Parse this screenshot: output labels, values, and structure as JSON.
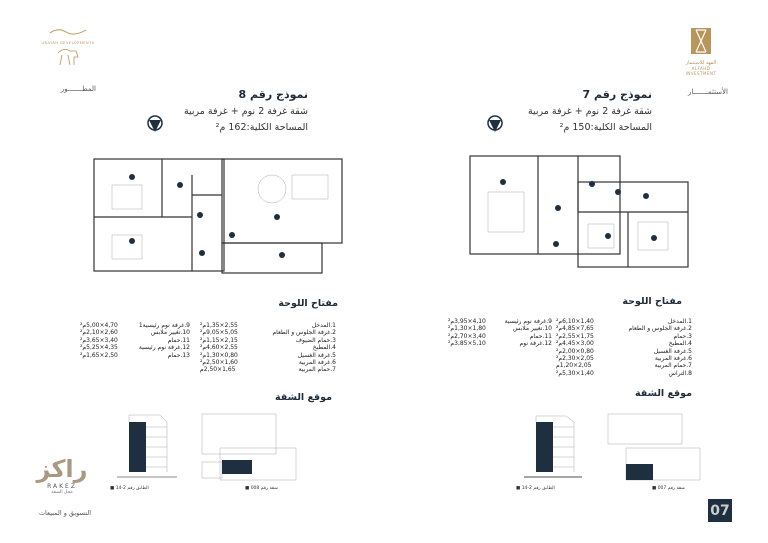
{
  "left_page": {
    "developer_logo": {
      "brand": "UBAYAH DEVELOPMENTS"
    },
    "developer_label": "المطـــــــور",
    "model_title": "نموذج رقم 8",
    "unit_type": "شقة غرفة 2 نوم + غرفة مربية",
    "total_area": "المساحة الكلية:162 م²",
    "legend_title": "مفتاح اللوحة",
    "legend_col1": [
      {
        "label": "1.المدخل",
        "dim": "2,55×1,35م²"
      },
      {
        "label": "2.غرفة الجلوس و الطعام",
        "dim": "5,05×9,05م²"
      },
      {
        "label": "3.حمام الضيوف",
        "dim": "2,15×1,15م²"
      },
      {
        "label": "4.المطبخ",
        "dim": "2,55×4,60م²"
      },
      {
        "label": "5.غرفة الغسيل",
        "dim": "0,80×1,30م²"
      },
      {
        "label": "6.غرفة المربية",
        "dim": "1,60×2,50م²"
      },
      {
        "label": "7.حمام المربية",
        "dim": "1,65×2,50م"
      }
    ],
    "legend_col2": [
      {
        "label": "9.غرفة نوم رئيسية1",
        "dim": "4,70×5,00م²"
      },
      {
        "label": "10.تغيير ملابس",
        "dim": "2,60×2,10م²"
      },
      {
        "label": "11.حمام",
        "dim": "3,40×3,65م²"
      },
      {
        "label": "12.غرفة نوم رئيسية",
        "dim": "4,35×5,25م²"
      },
      {
        "label": "13.حمام",
        "dim": "2,50×1,65م²"
      }
    ],
    "location_title": "موقع الشقة",
    "floor_caption": "الطابق رقم 2-14",
    "unit_caption": "شقة رقم 008",
    "rakez_logo": {
      "brand": "راكز",
      "latin": "RAKEZ",
      "tagline": "محل الشقة"
    },
    "marketing_label": "التسويق و المبيعات"
  },
  "right_page": {
    "investor_logo": {
      "brand": "الفهد للاستثمار",
      "latin": "ALFAHD INVESTMENT"
    },
    "investor_label": "الأستثمـــــــار",
    "model_title": "نموذج رقم 7",
    "unit_type": "شقة غرفة 2 نوم + غرفة مربية",
    "total_area": "المساحة الكلية:150 م²",
    "legend_title": "مفتاح اللوحة",
    "legend_col1": [
      {
        "label": "1.المدخل",
        "dim": "1,40×6,10م²"
      },
      {
        "label": "2.غرفة الجلوس و الطعام",
        "dim": "7,65×4,85م²"
      },
      {
        "label": "3.حمام",
        "dim": "1,75×2,55م²"
      },
      {
        "label": "4.المطبخ",
        "dim": "3,00×4,45م²"
      },
      {
        "label": "5.غرفة الغسيل",
        "dim": "0,80×2,00م²"
      },
      {
        "label": "6.غرفة المربية",
        "dim": "2,05×2,30م²"
      },
      {
        "label": "7.حمام المربية",
        "dim": "2,05×1,20م"
      },
      {
        "label": "8.التراس",
        "dim": "1,40×5,30م²"
      }
    ],
    "legend_col2": [
      {
        "label": "9.غرفة نوم رئيسية",
        "dim": "4,10×3,95م²"
      },
      {
        "label": "10.تغيير ملابس",
        "dim": "1,80×1,30م²"
      },
      {
        "label": "11.حمام",
        "dim": "3,40×2,70م²"
      },
      {
        "label": "12.غرفة نوم",
        "dim": "5,10×3,85م²"
      }
    ],
    "location_title": "موقع الشقة",
    "floor_caption": "الطابق رقم 2-14",
    "unit_caption": "شقة رقم 007",
    "page_number": "07"
  },
  "colors": {
    "navy": "#1e2f40",
    "gold": "#b8955a"
  }
}
